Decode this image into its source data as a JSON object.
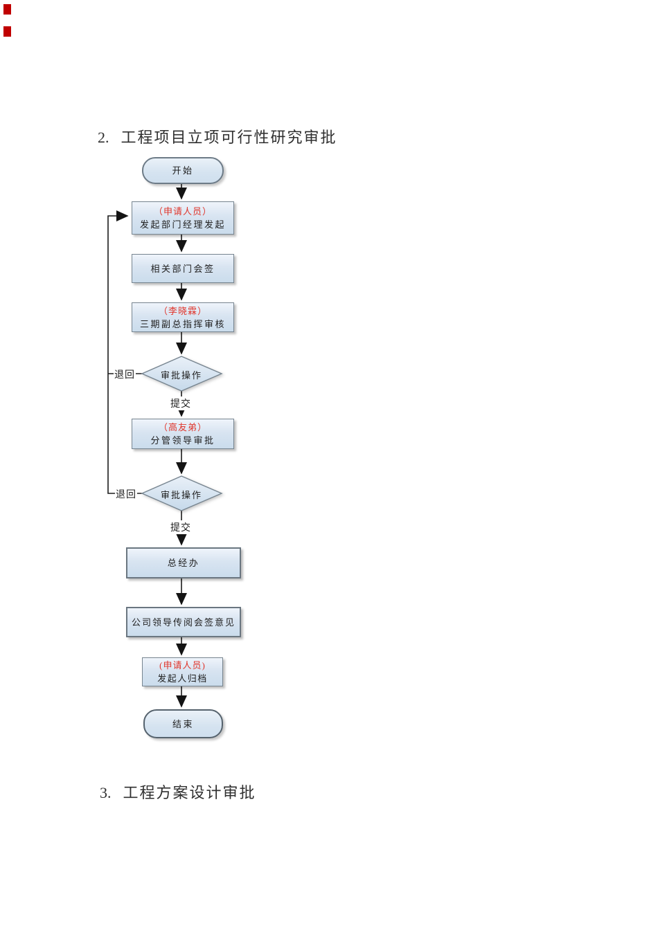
{
  "document": {
    "section2": {
      "number": "2.",
      "title": "工程项目立项可行性研究审批"
    },
    "section3": {
      "number": "3.",
      "title": "工程方案设计审批"
    }
  },
  "flowchart": {
    "start": "开始",
    "initiate": {
      "role": "（申请人员）",
      "label": "发起部门经理发起"
    },
    "countersign": "相关部门会签",
    "review": {
      "role": "（李晓霖）",
      "label": "三期副总指挥审核"
    },
    "decision1": "审批操作",
    "leader": {
      "role": "（高友弟）",
      "label": "分管领导审批"
    },
    "decision2": "审批操作",
    "gm_office": "总经办",
    "circulate": "公司领导传阅会签意见",
    "archive": {
      "role": "(申请人员)",
      "label": "发起人归档"
    },
    "end": "结束",
    "labels": {
      "reject1": "退回",
      "submit1": "提交",
      "reject2": "退回",
      "submit2": "提交"
    }
  },
  "colors": {
    "node_fill_top": "#eff4fb",
    "node_fill_bottom": "#cadcec",
    "node_border": "#76848f",
    "connector": "#1b1b1b",
    "role_text": "#e0352b",
    "annotation_mark": "#c00000",
    "heading_text": "#2f2f2f"
  }
}
